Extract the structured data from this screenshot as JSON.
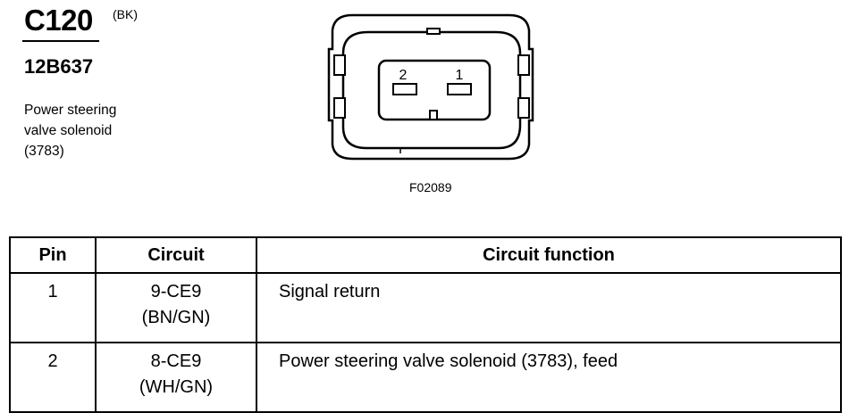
{
  "header": {
    "connector_id": "C120",
    "connector_color": "(BK)",
    "part_number": "12B637",
    "description_lines": [
      "Power steering",
      "valve solenoid",
      "(3783)"
    ]
  },
  "diagram": {
    "pins": [
      "2",
      "1"
    ],
    "figure_ref": "F02089"
  },
  "table": {
    "headers": [
      "Pin",
      "Circuit",
      "Circuit function"
    ],
    "rows": [
      {
        "pin": "1",
        "circuit": "9-CE9",
        "color": "(BN/GN)",
        "function": "Signal return"
      },
      {
        "pin": "2",
        "circuit": "8-CE9",
        "color": "(WH/GN)",
        "function": "Power steering valve solenoid (3783), feed"
      }
    ]
  }
}
